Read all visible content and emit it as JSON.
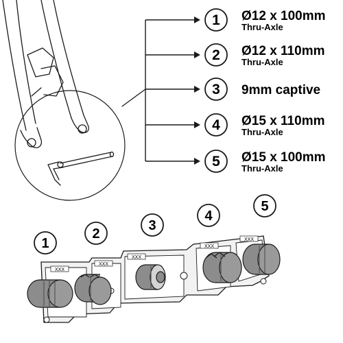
{
  "options": [
    {
      "number": "1",
      "size": "Ø12 x 100mm",
      "type": "Thru-Axle"
    },
    {
      "number": "2",
      "size": "Ø12 x 110mm",
      "type": "Thru-Axle"
    },
    {
      "number": "3",
      "size": "9mm captive",
      "type": ""
    },
    {
      "number": "4",
      "size": "Ø15 x 110mm",
      "type": "Thru-Axle"
    },
    {
      "number": "5",
      "size": "Ø15 x 100mm",
      "type": "Thru-Axle"
    }
  ],
  "tray": {
    "numbers": [
      "1",
      "2",
      "3",
      "4",
      "5"
    ],
    "slot_label": "XXX"
  },
  "colors": {
    "ink": "#1a1a1a",
    "adapter_fill": "#8c8c8c",
    "adapter_light": "#d4d4d4"
  }
}
